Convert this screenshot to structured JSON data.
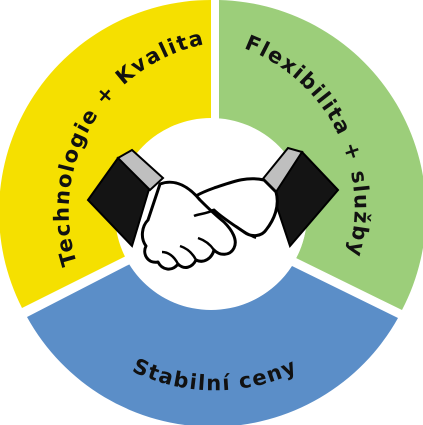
{
  "segments": [
    {
      "id": "technologie",
      "label": "Technologie + Kvalita",
      "color": "#f5e000"
    },
    {
      "id": "flexibilita",
      "label": "Flexibilita + služby",
      "color": "#9cce7a"
    },
    {
      "id": "ceny",
      "label": "Stabilní ceny",
      "color": "#5b8ec8"
    }
  ],
  "center_icon": "handshake-icon"
}
